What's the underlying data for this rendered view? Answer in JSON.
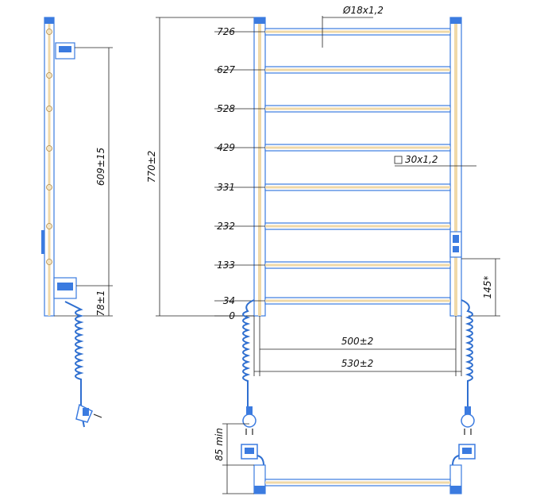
{
  "drawing": {
    "heights": [
      "726",
      "627",
      "528",
      "429",
      "331",
      "232",
      "133",
      "34",
      "0"
    ],
    "tube_diameter": "Ø18x1,2",
    "square_profile": "30x1,2",
    "total_height": "770±2",
    "side_span": "609±15",
    "side_bottom": "78±1",
    "thermostat_height": "145*",
    "inner_width": "500±2",
    "outer_width": "530±2",
    "plug_height": "85 min"
  },
  "colors": {
    "outline": "#3b7be0",
    "cord": "#2f6fd0",
    "rail_fill": "#f3e4c2",
    "dimension_lines": "#222222"
  }
}
